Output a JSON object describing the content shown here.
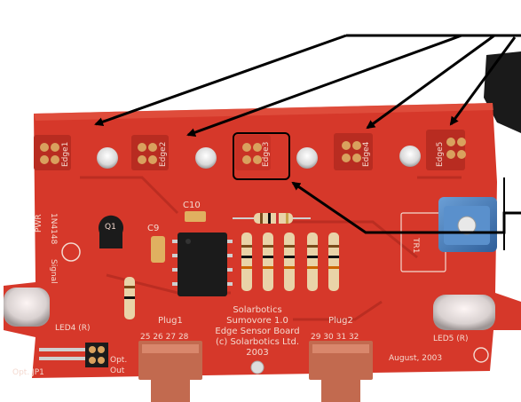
{
  "image": {
    "board": {
      "colors": {
        "board": "#d6382a",
        "board_dark": "#b82c21",
        "silk": "#f4d9cf",
        "pad": "#d9a15e",
        "ic": "#1b1b1b",
        "pot": "#3f7dbf",
        "arrow": "#000000"
      },
      "edge_labels": [
        "Edge1",
        "Edge2",
        "Edge3",
        "Edge4",
        "Edge5"
      ],
      "component_labels": {
        "c10": "C10",
        "c9": "C9",
        "q1": "Q1",
        "tr1": "TR1",
        "led4": "LED4 (R)",
        "led5": "LED5 (R)",
        "pwr": "PWR",
        "opt_jp1": "Opt. JP1",
        "opt": "Opt.",
        "out": "Out",
        "signal": "Signal",
        "diode": "1N4148"
      },
      "center_text": [
        "Solarbotics",
        "Sumovore 1.0",
        "Edge Sensor Board",
        "(c) Solarbotics Ltd.",
        "2003"
      ],
      "plug1": {
        "label": "Plug1",
        "pins": "25 26 27 28"
      },
      "plug2": {
        "label": "Plug2",
        "pins": "29 30 31 32"
      },
      "date_text": "August, 2003"
    }
  }
}
